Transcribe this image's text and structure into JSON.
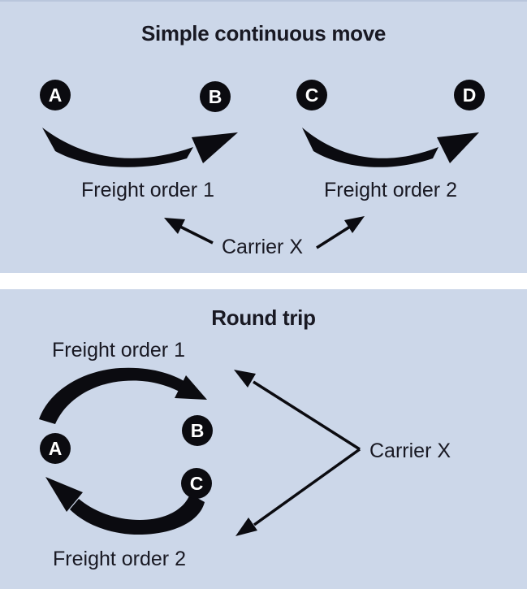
{
  "colors": {
    "panel_bg": "#ccd7e9",
    "gap_bg": "#ffffff",
    "ink": "#0b0b10",
    "text": "#191923"
  },
  "panel1": {
    "title": "Simple continuous move",
    "node_a": "A",
    "node_b": "B",
    "node_c": "C",
    "node_d": "D",
    "freight_order_1_label": "Freight order 1",
    "freight_order_2_label": "Freight order 2",
    "carrier_label": "Carrier X"
  },
  "panel2": {
    "title": "Round trip",
    "node_a": "A",
    "node_b": "B",
    "node_c": "C",
    "freight_order_1_label": "Freight order 1",
    "freight_order_2_label": "Freight order 2",
    "carrier_label": "Carrier X"
  }
}
